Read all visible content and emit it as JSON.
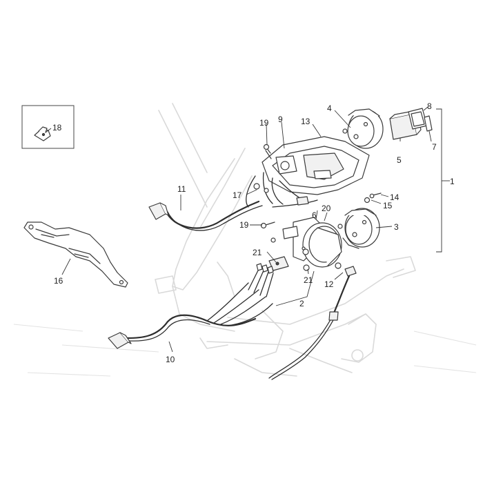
{
  "callouts": [
    {
      "id": "c1",
      "label": "1"
    },
    {
      "id": "c2",
      "label": "2"
    },
    {
      "id": "c3",
      "label": "3"
    },
    {
      "id": "c4",
      "label": "4"
    },
    {
      "id": "c5",
      "label": "5"
    },
    {
      "id": "c6",
      "label": "6"
    },
    {
      "id": "c7",
      "label": "7"
    },
    {
      "id": "c8",
      "label": "8"
    },
    {
      "id": "c9",
      "label": "9"
    },
    {
      "id": "c10",
      "label": "10"
    },
    {
      "id": "c11",
      "label": "11"
    },
    {
      "id": "c12",
      "label": "12"
    },
    {
      "id": "c13",
      "label": "13"
    },
    {
      "id": "c14",
      "label": "14"
    },
    {
      "id": "c15",
      "label": "15"
    },
    {
      "id": "c16",
      "label": "16"
    },
    {
      "id": "c17",
      "label": "17"
    },
    {
      "id": "c18",
      "label": "18"
    },
    {
      "id": "c19a",
      "label": "19"
    },
    {
      "id": "c19b",
      "label": "19"
    },
    {
      "id": "c20",
      "label": "20"
    },
    {
      "id": "c21a",
      "label": "21"
    },
    {
      "id": "c21b",
      "label": "21"
    }
  ]
}
